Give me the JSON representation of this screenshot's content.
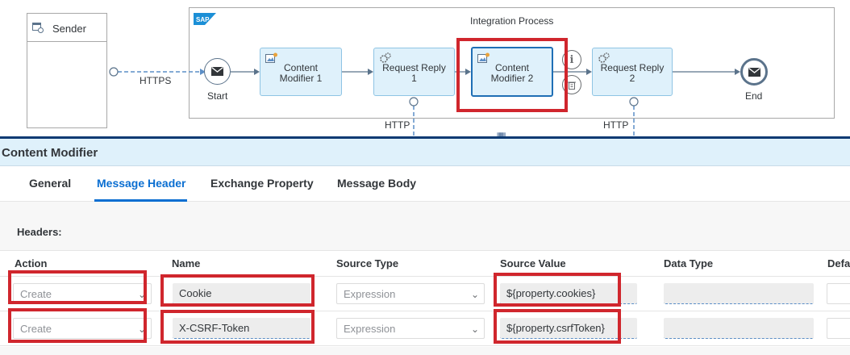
{
  "diagram": {
    "sender_label": "Sender",
    "process_title": "Integration Process",
    "sap_logo": "SAP",
    "https_label": "HTTPS",
    "http_label_1": "HTTP",
    "http_label_2": "HTTP",
    "start_label": "Start",
    "end_label": "End",
    "steps": {
      "content_modifier_1": "Content Modifier 1",
      "request_reply_1": "Request Reply 1",
      "content_modifier_2": "Content Modifier 2",
      "request_reply_2": "Request Reply 2"
    }
  },
  "panel": {
    "title": "Content Modifier",
    "tabs": [
      "General",
      "Message Header",
      "Exchange Property",
      "Message Body"
    ],
    "active_tab": "Message Header",
    "section_label": "Headers:",
    "columns": [
      "Action",
      "Name",
      "Source Type",
      "Source Value",
      "Data Type",
      "Defa"
    ],
    "rows": [
      {
        "action": "Create",
        "name": "Cookie",
        "source_type": "Expression",
        "source_value": "${property.cookies}",
        "data_type": ""
      },
      {
        "action": "Create",
        "name": "X-CSRF-Token",
        "source_type": "Expression",
        "source_value": "${property.csrfToken}",
        "data_type": ""
      }
    ]
  },
  "colors": {
    "accent": "#0a6ed1",
    "highlight": "#d0262d",
    "step_fill": "#dff1fb",
    "divider": "#0d3a73"
  }
}
